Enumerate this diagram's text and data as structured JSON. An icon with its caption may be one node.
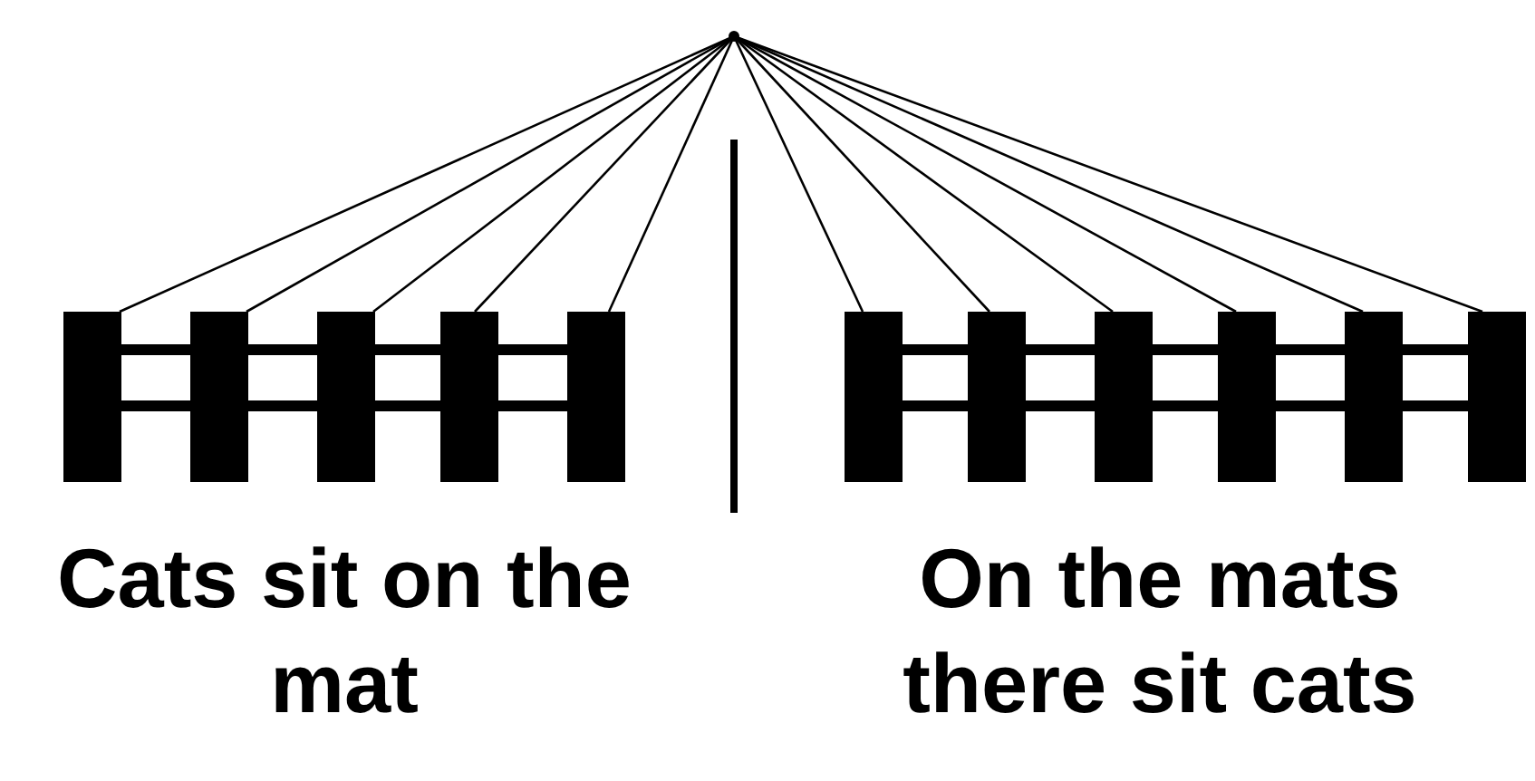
{
  "diagram": {
    "nodes": [
      {
        "text": [],
        "shape": "point"
      },
      {
        "text": [],
        "shape": "bar"
      },
      {
        "text": [],
        "shape": "bar"
      },
      {
        "text": [],
        "shape": "bar"
      },
      {
        "text": [],
        "shape": "bar"
      },
      {
        "text": [],
        "shape": "bar"
      },
      {
        "text": [],
        "shape": "bar"
      },
      {
        "text": [],
        "shape": "bar"
      },
      {
        "text": [],
        "shape": "bar"
      },
      {
        "text": [],
        "shape": "bar"
      },
      {
        "text": [],
        "shape": "bar"
      },
      {
        "text": [],
        "shape": "bar"
      }
    ],
    "edges": [
      {
        "from": 0,
        "to": 1,
        "arrow": "none"
      },
      {
        "from": 0,
        "to": 2,
        "arrow": "none"
      },
      {
        "from": 0,
        "to": 3,
        "arrow": "none"
      },
      {
        "from": 0,
        "to": 4,
        "arrow": "none"
      },
      {
        "from": 0,
        "to": 5,
        "arrow": "none"
      },
      {
        "from": 0,
        "to": 6,
        "arrow": "none"
      },
      {
        "from": 0,
        "to": 7,
        "arrow": "none"
      },
      {
        "from": 0,
        "to": 8,
        "arrow": "none"
      },
      {
        "from": 0,
        "to": 9,
        "arrow": "none"
      },
      {
        "from": 0,
        "to": 10,
        "arrow": "none"
      },
      {
        "from": 0,
        "to": 11,
        "arrow": "none"
      },
      {
        "from": 1,
        "to": 2,
        "arrow": "none",
        "style": "thick"
      },
      {
        "from": 2,
        "to": 3,
        "arrow": "none",
        "style": "thick"
      },
      {
        "from": 3,
        "to": 4,
        "arrow": "none",
        "style": "thick"
      },
      {
        "from": 4,
        "to": 5,
        "arrow": "none",
        "style": "thick"
      },
      {
        "from": 6,
        "to": 7,
        "arrow": "none",
        "style": "thick"
      },
      {
        "from": 7,
        "to": 8,
        "arrow": "none",
        "style": "thick"
      },
      {
        "from": 8,
        "to": 9,
        "arrow": "none",
        "style": "thick"
      },
      {
        "from": 9,
        "to": 10,
        "arrow": "none",
        "style": "thick"
      },
      {
        "from": 10,
        "to": 11,
        "arrow": "none",
        "style": "thick"
      }
    ],
    "labels": [
      "Cats sit on the mat",
      "On the mats there sit cats"
    ]
  }
}
